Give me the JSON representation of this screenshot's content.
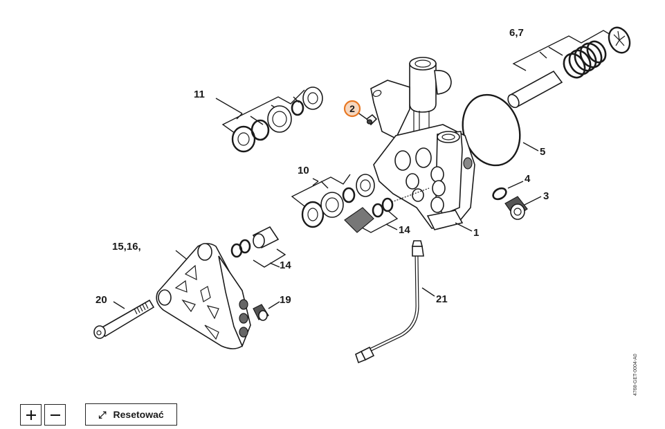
{
  "diagram": {
    "title": "Pump housing parts diagram",
    "document_id": "4768-GET-0004-A0",
    "highlight_color": "#e87722",
    "selected_callout": "2",
    "callouts": [
      {
        "id": "1",
        "label": "1"
      },
      {
        "id": "2",
        "label": "2"
      },
      {
        "id": "3",
        "label": "3"
      },
      {
        "id": "4",
        "label": "4"
      },
      {
        "id": "5",
        "label": "5"
      },
      {
        "id": "6-7",
        "label": "6,7"
      },
      {
        "id": "10",
        "label": "10"
      },
      {
        "id": "11",
        "label": "11"
      },
      {
        "id": "14a",
        "label": "14"
      },
      {
        "id": "14b",
        "label": "14"
      },
      {
        "id": "15-16",
        "label": "15,16,"
      },
      {
        "id": "19",
        "label": "19"
      },
      {
        "id": "20",
        "label": "20"
      },
      {
        "id": "21",
        "label": "21"
      }
    ]
  },
  "controls": {
    "zoom_in_icon": "plus-icon",
    "zoom_out_icon": "minus-icon",
    "reset_icon": "expand-arrows-icon",
    "reset_glyph": "⤢",
    "reset_label": "Resetować"
  }
}
